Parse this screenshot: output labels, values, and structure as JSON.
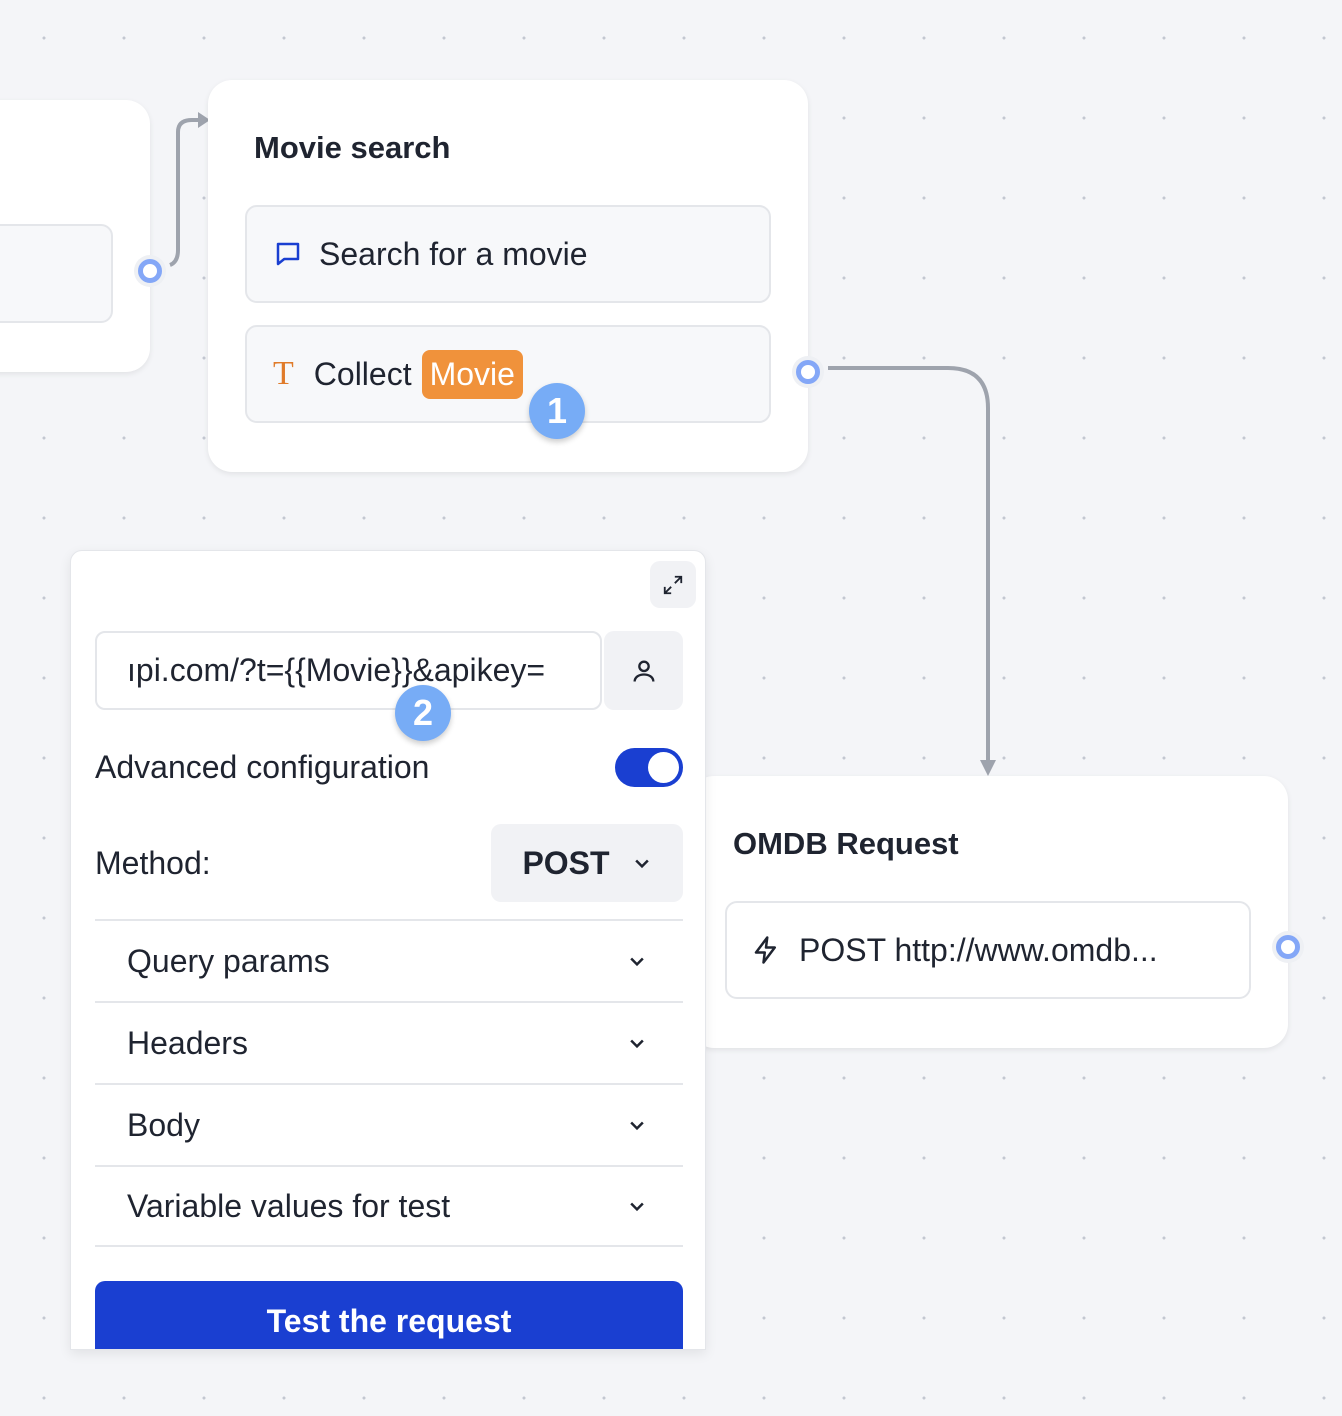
{
  "movie_search": {
    "title": "Movie search",
    "items": [
      {
        "icon": "chat-bubble-icon",
        "text": "Search for a movie"
      },
      {
        "icon": "text-input-icon",
        "text": "Collect",
        "variable": "Movie"
      }
    ],
    "badge": "1"
  },
  "omdb": {
    "title": "OMDB Request",
    "item": {
      "icon": "lightning-icon",
      "text": "POST http://www.omdb..."
    }
  },
  "panel": {
    "url_value": "ıpi.com/?t={{Movie}}&apikey=",
    "badge": "2",
    "advanced_label": "Advanced configuration",
    "advanced_enabled": true,
    "method_label": "Method:",
    "method_value": "POST",
    "sections": [
      "Query params",
      "Headers",
      "Body",
      "Variable values for test"
    ],
    "test_button": "Test the request"
  },
  "colors": {
    "accent": "#1a3fd1",
    "variable": "#f0923b",
    "handle": "#84a7f7",
    "badge": "#77acf6"
  }
}
